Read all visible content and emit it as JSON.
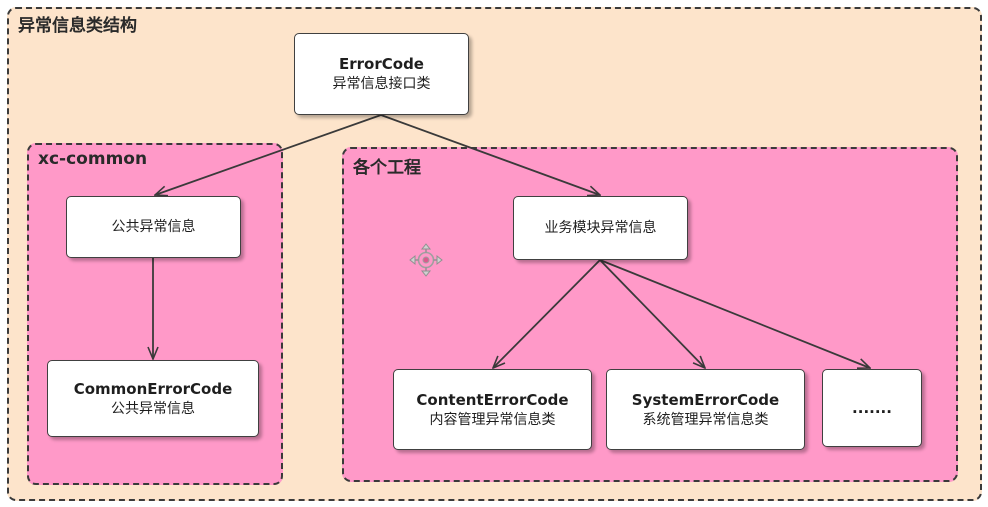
{
  "diagram": {
    "title": "异常信息类结构",
    "packages": {
      "left": {
        "title": "xc-common"
      },
      "right": {
        "title": "各个工程"
      }
    },
    "nodes": {
      "error_code": {
        "name": "ErrorCode",
        "desc": "异常信息接口类"
      },
      "common_info": {
        "name": "公共异常信息"
      },
      "common_error_code": {
        "name": "CommonErrorCode",
        "desc": "公共异常信息"
      },
      "biz_info": {
        "name": "业务模块异常信息"
      },
      "content_error_code": {
        "name": "ContentErrorCode",
        "desc": "内容管理异常信息类"
      },
      "system_error_code": {
        "name": "SystemErrorCode",
        "desc": "系统管理异常信息类"
      },
      "more": {
        "name": "......."
      }
    },
    "edges": [
      {
        "from": "error_code",
        "to": "common_info"
      },
      {
        "from": "error_code",
        "to": "biz_info"
      },
      {
        "from": "common_info",
        "to": "common_error_code"
      },
      {
        "from": "biz_info",
        "to": "content_error_code"
      },
      {
        "from": "biz_info",
        "to": "system_error_code"
      },
      {
        "from": "biz_info",
        "to": "more"
      }
    ],
    "colors": {
      "outer_fill": "#fde4cb",
      "package_fill": "#ff99c8",
      "border": "#3a3a3a",
      "arrow": "#3a3a3a"
    },
    "icons": {
      "cursor": "move-cursor-icon"
    }
  }
}
